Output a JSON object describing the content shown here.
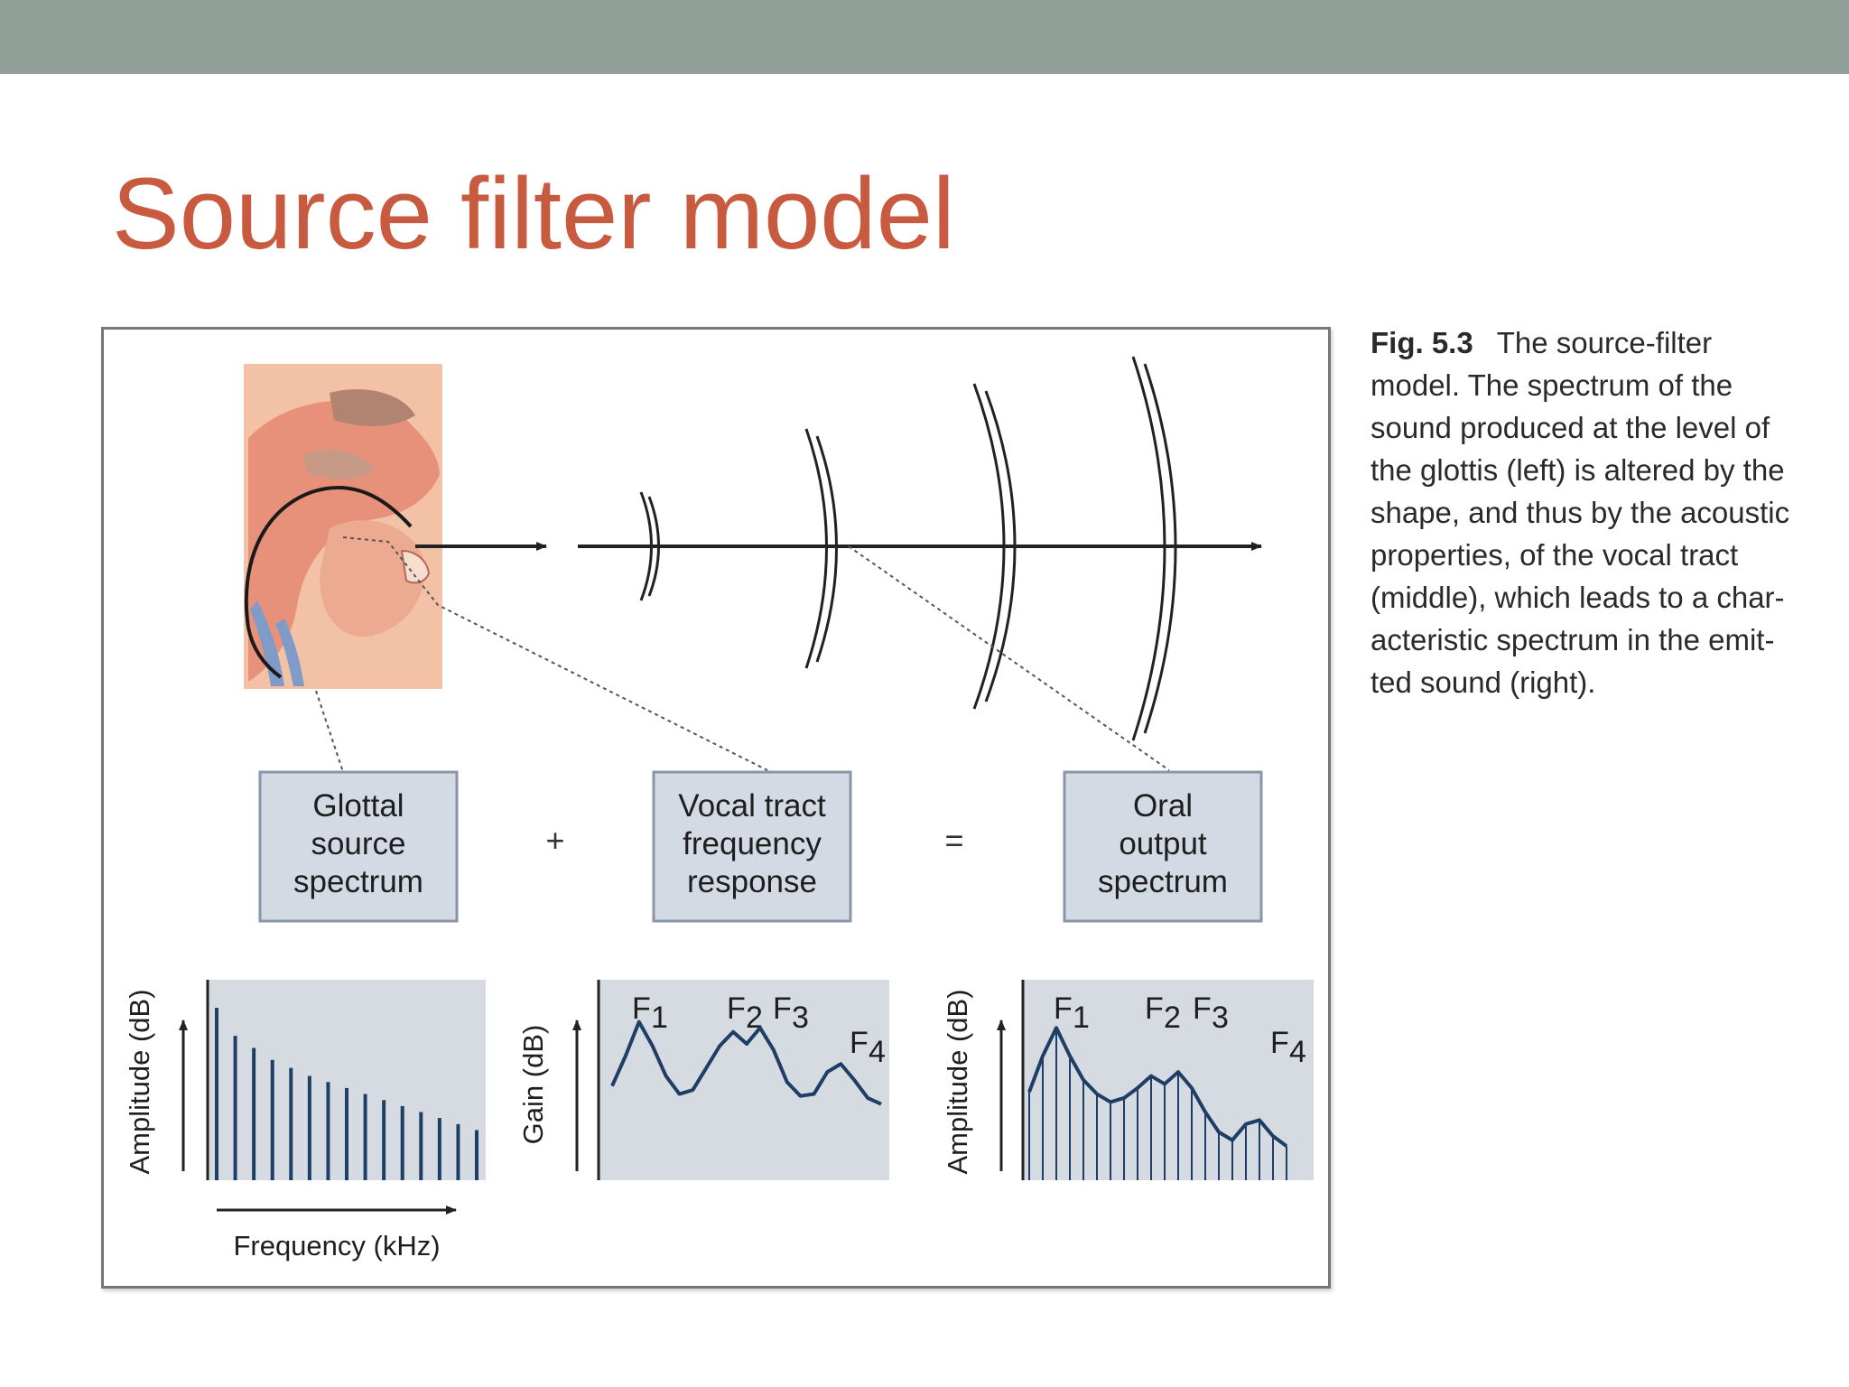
{
  "slide": {
    "title": "Source filter model",
    "colors": {
      "topbar": "#909f98",
      "title": "#c85a40",
      "box_fill": "#d4dae3",
      "box_stroke": "#8a96a6",
      "panel_fill": "#d6dbe2",
      "curve": "#1e3e66",
      "tissue": "#e7917a"
    }
  },
  "figure": {
    "boxes": [
      {
        "lines": [
          "Glottal",
          "source",
          "spectrum"
        ]
      },
      {
        "lines": [
          "Vocal tract",
          "frequency",
          "response"
        ]
      },
      {
        "lines": [
          "Oral",
          "output",
          "spectrum"
        ]
      }
    ],
    "operators": {
      "plus": "+",
      "equals": "="
    },
    "axes": {
      "amplitude": "Amplitude (dB)",
      "gain": "Gain (dB)",
      "amplitude_output": "Amplitude (dB)",
      "frequency": "Frequency (kHz)"
    },
    "formant_labels": [
      "F",
      "F",
      "F",
      "F"
    ],
    "formant_subscripts": [
      "1",
      "2",
      "3",
      "4"
    ],
    "icons": {
      "head": "head-cross-section-icon",
      "waves": "sound-wave-icon"
    }
  },
  "chart_data": [
    {
      "type": "bar",
      "title": "",
      "xlabel": "Frequency (kHz)",
      "ylabel": "Amplitude (dB)",
      "ylim": [
        0,
        1
      ],
      "values": [
        0.86,
        0.72,
        0.66,
        0.6,
        0.56,
        0.52,
        0.49,
        0.46,
        0.43,
        0.4,
        0.37,
        0.34,
        0.31,
        0.28,
        0.25
      ]
    },
    {
      "type": "line",
      "title": "",
      "xlabel": "",
      "ylabel": "Gain (dB)",
      "ylim": [
        0,
        1
      ],
      "series": [
        {
          "x": [
            0.0,
            0.05,
            0.1,
            0.15,
            0.2,
            0.25,
            0.3,
            0.35,
            0.4,
            0.45,
            0.5,
            0.55,
            0.6,
            0.65,
            0.7,
            0.75,
            0.8,
            0.85,
            0.9,
            0.95,
            1.0
          ],
          "values": [
            0.47,
            0.62,
            0.79,
            0.67,
            0.52,
            0.43,
            0.45,
            0.56,
            0.67,
            0.74,
            0.68,
            0.76,
            0.65,
            0.49,
            0.42,
            0.43,
            0.54,
            0.58,
            0.5,
            0.41,
            0.38
          ]
        }
      ],
      "annotations": [
        "F1",
        "F2",
        "F3",
        "F4"
      ]
    },
    {
      "type": "area",
      "title": "",
      "xlabel": "",
      "ylabel": "Amplitude (dB)",
      "ylim": [
        0,
        1
      ],
      "series": [
        {
          "x": [
            0.0,
            0.05,
            0.1,
            0.15,
            0.2,
            0.25,
            0.3,
            0.35,
            0.4,
            0.45,
            0.5,
            0.55,
            0.6,
            0.65,
            0.7,
            0.75,
            0.8,
            0.85,
            0.9,
            0.95
          ],
          "values": [
            0.44,
            0.62,
            0.76,
            0.62,
            0.5,
            0.43,
            0.39,
            0.41,
            0.46,
            0.52,
            0.48,
            0.54,
            0.46,
            0.34,
            0.24,
            0.2,
            0.28,
            0.3,
            0.22,
            0.17
          ]
        }
      ],
      "annotations": [
        "F1",
        "F2",
        "F3",
        "F4"
      ]
    }
  ]
}
